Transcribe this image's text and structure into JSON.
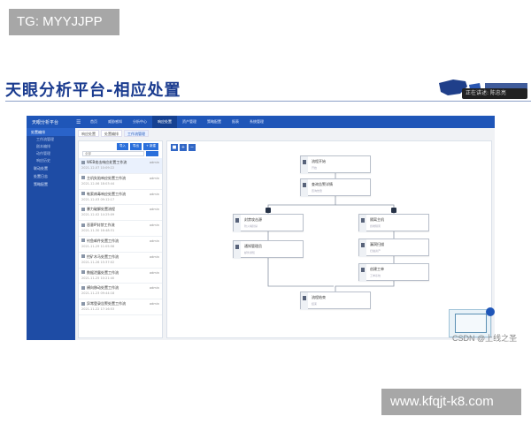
{
  "watermark_top": "TG: MYYJJPP",
  "watermark_bottom": "www.kfqjt-k8.com",
  "slide": {
    "title": "天眼分析平台-相应处置",
    "video_tip": "正在讲述: 陈忠亮"
  },
  "app": {
    "brand": "天眼分析平台",
    "menu_icon": "menu-icon",
    "topnav": [
      {
        "label": "首页",
        "active": false
      },
      {
        "label": "威胁感知",
        "active": false
      },
      {
        "label": "分析中心",
        "active": false
      },
      {
        "label": "响应处置",
        "active": true
      },
      {
        "label": "资产管理",
        "active": false
      },
      {
        "label": "策略配置",
        "active": false
      },
      {
        "label": "报表",
        "active": false
      },
      {
        "label": "系统管理",
        "active": false
      }
    ],
    "sidebar": {
      "group": "处置编排",
      "subitems": [
        "工作流管理",
        "剧本编排",
        "动作管理",
        "响应历史"
      ],
      "items": [
        "联动处置",
        "处置日志",
        "策略配置"
      ]
    },
    "breadcrumb": [
      "响应处置",
      "处置编排",
      "工作流管理"
    ],
    "list": {
      "actions": [
        "导入",
        "导出",
        "+ 新建"
      ],
      "filter_placeholder": "全部",
      "items": [
        {
          "title": "WEB攻击响应处置工作流",
          "date": "2021-12-07 10:09:22",
          "user": "admin",
          "selected": true
        },
        {
          "title": "主机失陷响应处置工作流",
          "date": "2021-12-06 18:03:44",
          "user": "admin",
          "selected": false
        },
        {
          "title": "勒索病毒响应处置工作流",
          "date": "2021-12-03 09:12:17",
          "user": "admin",
          "selected": false
        },
        {
          "title": "暴力破解处置流程",
          "date": "2021-12-02 14:25:09",
          "user": "admin",
          "selected": false
        },
        {
          "title": "恶意IP封禁工作流",
          "date": "2021-11-30 16:48:31",
          "user": "admin",
          "selected": false
        },
        {
          "title": "钓鱼邮件处置工作流",
          "date": "2021-11-29 11:05:56",
          "user": "admin",
          "selected": false
        },
        {
          "title": "挖矿木马处置工作流",
          "date": "2021-11-26 15:37:02",
          "user": "admin",
          "selected": false
        },
        {
          "title": "数据泄露处置工作流",
          "date": "2021-11-25 10:21:40",
          "user": "admin",
          "selected": false
        },
        {
          "title": "横向移动处置工作流",
          "date": "2021-11-23 09:44:18",
          "user": "admin",
          "selected": false
        },
        {
          "title": "异常登录告警处置工作流",
          "date": "2021-11-22 17:16:53",
          "user": "admin",
          "selected": false
        }
      ]
    },
    "workflow": {
      "toolbar": [
        "save-icon",
        "zoom-in-icon",
        "zoom-out-icon"
      ],
      "nodes": [
        {
          "name": "node-start",
          "label": "流程开始",
          "sub": "开始"
        },
        {
          "name": "node-query",
          "label": "查询告警详情",
          "sub": "查询告警"
        },
        {
          "name": "node-block-ip",
          "label": "封禁攻击源",
          "sub": "防火墙封禁"
        },
        {
          "name": "node-isolate",
          "label": "隔离主机",
          "sub": "终端隔离"
        },
        {
          "name": "node-notify",
          "label": "通知管理员",
          "sub": "邮件通知"
        },
        {
          "name": "node-scan",
          "label": "漏洞扫描",
          "sub": "扫描资产"
        },
        {
          "name": "node-ticket",
          "label": "创建工单",
          "sub": "工单系统"
        },
        {
          "name": "node-end",
          "label": "流程结束",
          "sub": "结束"
        }
      ]
    }
  },
  "csdn_credit": "CSDN @上线之圣"
}
